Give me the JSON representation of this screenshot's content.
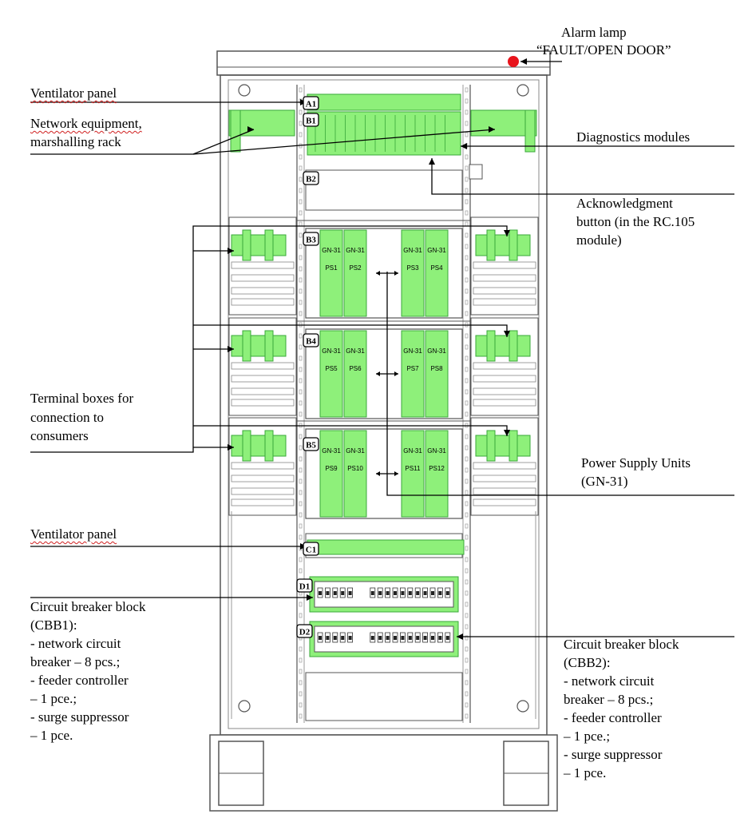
{
  "colors": {
    "highlight": "#8ef07a",
    "highlight_dark": "#3aa83a",
    "lamp": "#e8141c",
    "line": "#000000",
    "drawing": "#555555"
  },
  "labels": {
    "alarm_line1": "Alarm lamp",
    "alarm_line2": "“FAULT/OPEN DOOR”",
    "ventilator_top": "Ventilator panel",
    "network_line1": "Network equipment,",
    "network_line2": "marshalling rack",
    "diagnostics": "Diagnostics modules",
    "ack_line1": "Acknowledgment",
    "ack_line2": "button (in the RC.105",
    "ack_line3": "module)",
    "terminal_line1": "Terminal boxes for",
    "terminal_line2": "connection to",
    "terminal_line3": "consumers",
    "psu_line1": "Power Supply Units",
    "psu_line2": "(GN-31)",
    "ventilator_bottom": "Ventilator panel",
    "cbb1_lines": [
      "Circuit breaker block",
      "(CBB1):",
      "- network circuit",
      "breaker – 8 pcs.;",
      "- feeder controller",
      "– 1 pce.;",
      "- surge suppressor",
      "– 1 pce."
    ],
    "cbb2_lines": [
      "Circuit breaker block",
      "(CBB2):",
      "- network circuit",
      "breaker – 8 pcs.;",
      "- feeder controller",
      "– 1 pce.;",
      "- surge suppressor",
      "– 1 pce."
    ]
  },
  "tags": [
    "A1",
    "B1",
    "B2",
    "B3",
    "B4",
    "B5",
    "C1",
    "D1",
    "D2"
  ],
  "psu_label": "GN-31",
  "psu_units": [
    "PS1",
    "PS2",
    "PS3",
    "PS4",
    "PS5",
    "PS6",
    "PS7",
    "PS8",
    "PS9",
    "PS10",
    "PS11",
    "PS12"
  ]
}
